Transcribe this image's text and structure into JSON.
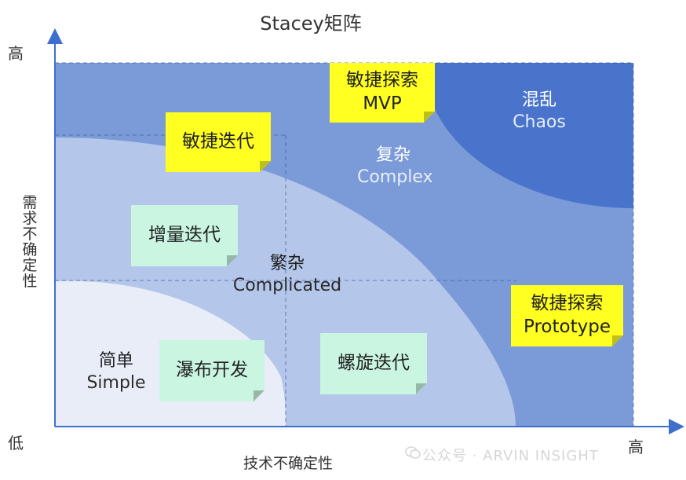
{
  "title": "Stacey矩阵",
  "y_axis": {
    "label": "需求不确定性",
    "high": "高",
    "low": "低"
  },
  "x_axis": {
    "label": "技术不确定性",
    "high": "高"
  },
  "zones": {
    "simple": {
      "zh": "简单",
      "en": "Simple"
    },
    "complicated": {
      "zh": "繁杂",
      "en": "Complicated"
    },
    "complex": {
      "zh": "复杂",
      "en": "Complex"
    },
    "chaos": {
      "zh": "混乱",
      "en": "Chaos"
    }
  },
  "notes": {
    "waterfall": "瀑布开发",
    "incremental": "增量迭代",
    "spiral": "螺旋迭代",
    "agile_iteration": "敏捷迭代",
    "agile_mvp_line1": "敏捷探索",
    "agile_mvp_line2": "MVP",
    "agile_proto_line1": "敏捷探索",
    "agile_proto_line2": "Prototype"
  },
  "watermark": "公众号 · ARVIN INSIGHT",
  "colors": {
    "zone_outer": "#7b9bd8",
    "zone_chaos": "#4a74cc",
    "zone_complicated": "#b4c6ea",
    "zone_simple": "#e8edf8",
    "axis": "#3f6fcd",
    "note_yellow": "#ffff22",
    "note_mint": "#c9f5e1"
  }
}
